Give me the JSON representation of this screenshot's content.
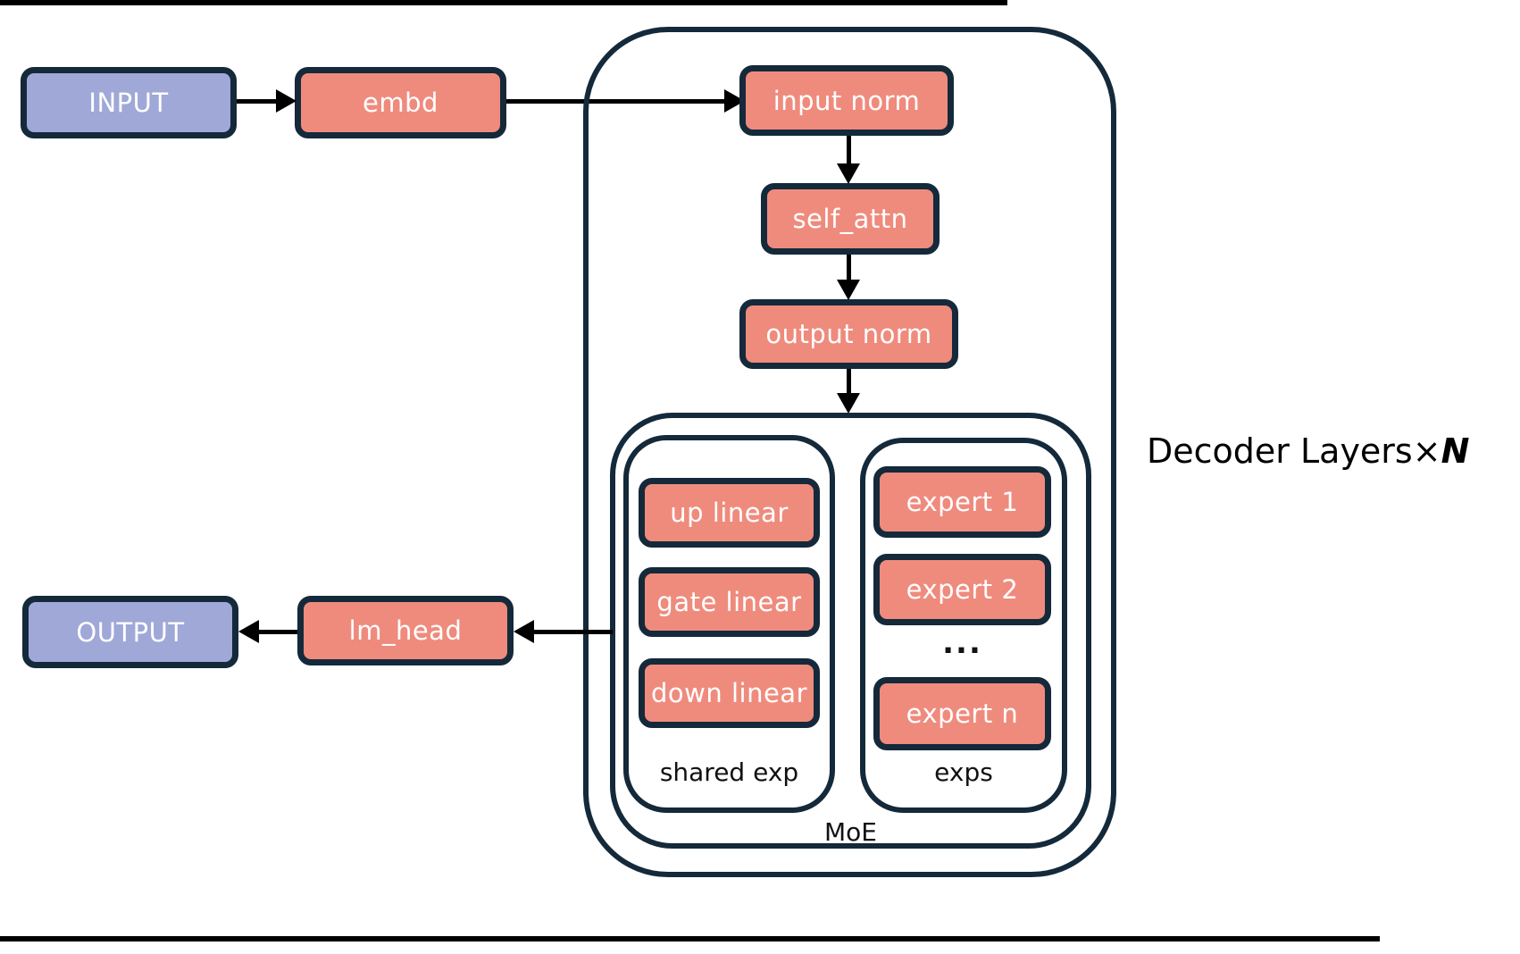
{
  "colors": {
    "io_fill": "#a0a8d7",
    "block_fill": "#ef8b7d",
    "border": "#14293a",
    "arrow": "#000000",
    "label_text": "#111111",
    "box_text": "#ffffff"
  },
  "flow": {
    "input": "INPUT",
    "embd": "embd",
    "lm_head": "lm_head",
    "output": "OUTPUT"
  },
  "decoder": {
    "label_prefix": "Decoder Layers",
    "times_symbol": "×",
    "n_symbol": "N",
    "input_norm": "input norm",
    "self_attn": "self_attn",
    "output_norm": "output norm",
    "moe": {
      "label": "MoE",
      "shared_exp": {
        "label": "shared exp",
        "blocks": [
          "up linear",
          "gate linear",
          "down linear"
        ]
      },
      "exps": {
        "label": "exps",
        "blocks": [
          "expert 1",
          "expert 2",
          "expert n"
        ],
        "ellipsis": "..."
      }
    }
  }
}
